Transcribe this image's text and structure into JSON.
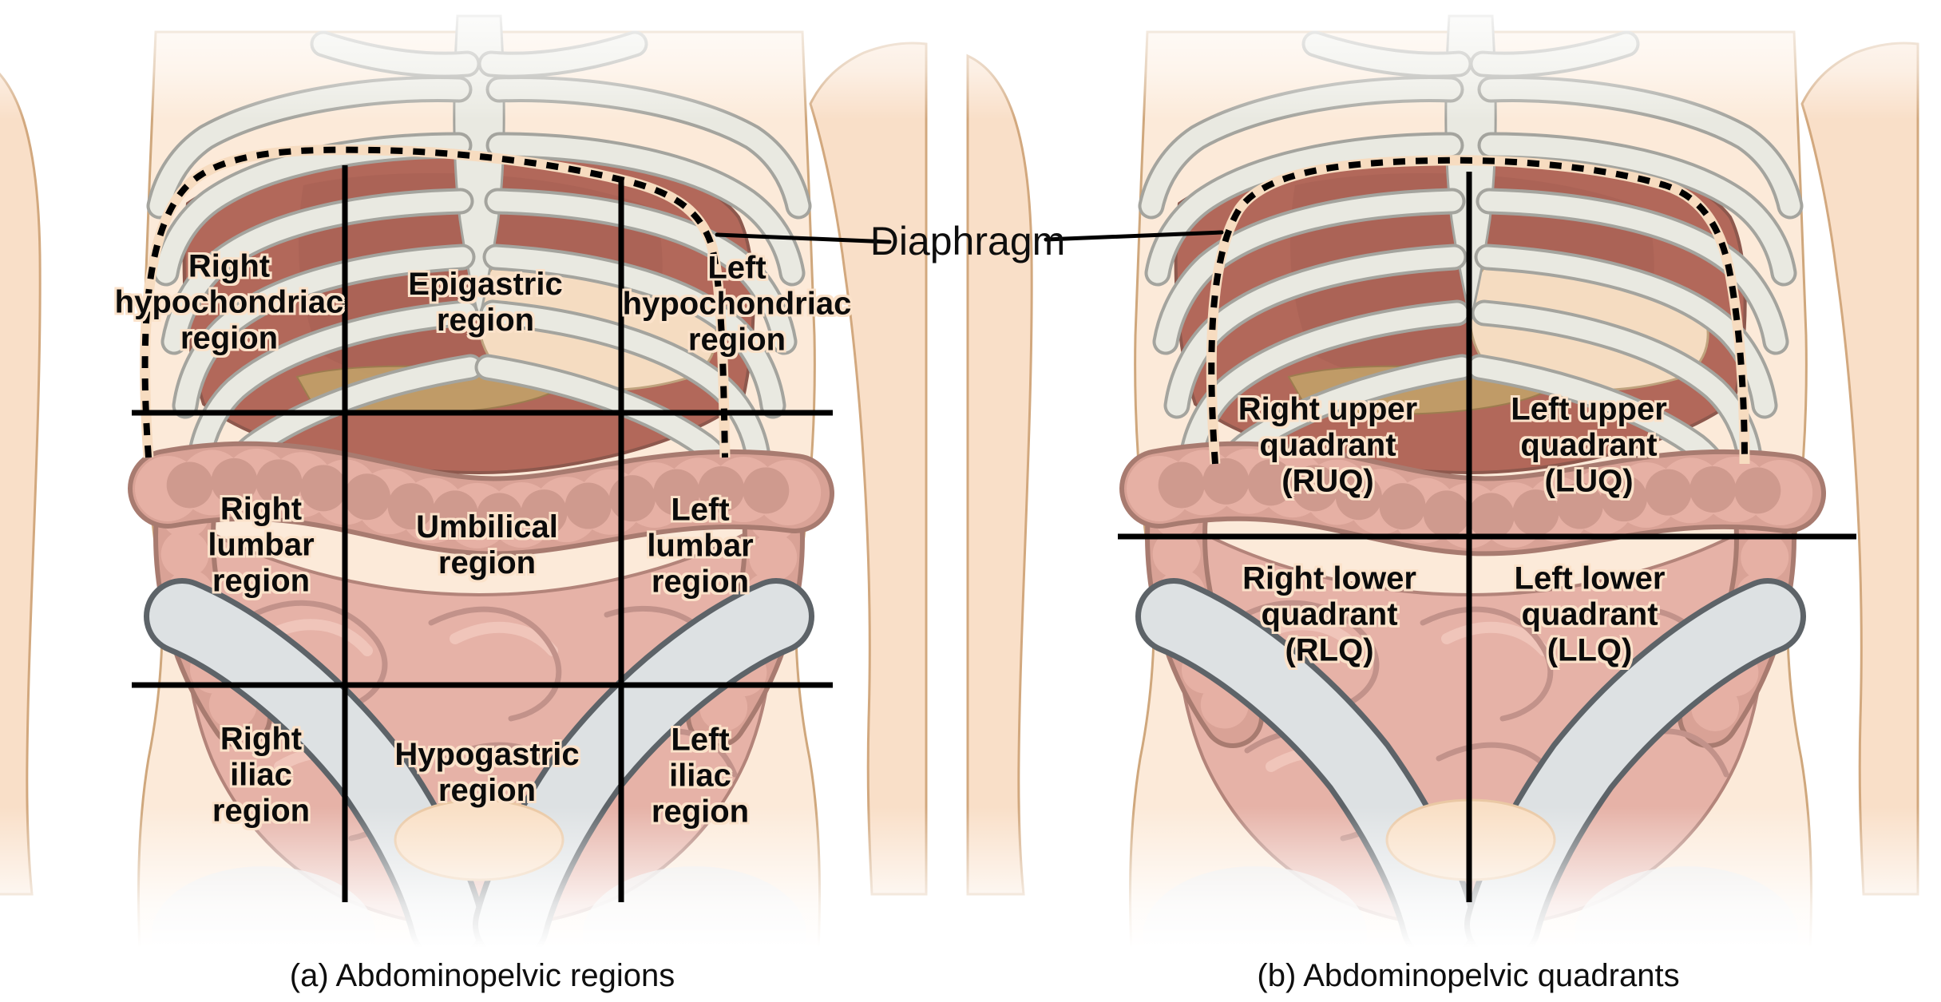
{
  "figure": {
    "diaphragm_label": "Diaphragm",
    "panel_a": {
      "caption": "(a) Abdominopelvic regions",
      "regions": [
        {
          "label": "Right\nhypochondriac\nregion"
        },
        {
          "label": "Epigastric\nregion"
        },
        {
          "label": "Left\nhypochondriac\nregion"
        },
        {
          "label": "Right\nlumbar\nregion"
        },
        {
          "label": "Umbilical\nregion"
        },
        {
          "label": "Left\nlumbar\nregion"
        },
        {
          "label": "Right\niliac\nregion"
        },
        {
          "label": "Hypogastric\nregion"
        },
        {
          "label": "Left\niliac\nregion"
        }
      ]
    },
    "panel_b": {
      "caption": "(b) Abdominopelvic quadrants",
      "quadrants": [
        {
          "label": "Right upper\nquadrant\n(RUQ)"
        },
        {
          "label": "Left upper\nquadrant\n(LUQ)"
        },
        {
          "label": "Right lower\nquadrant\n(RLQ)"
        },
        {
          "label": "Left lower\nquadrant\n(LLQ)"
        }
      ]
    },
    "colors": {
      "line": "#000000",
      "skin": "#fcead9",
      "bone": "#e9e9e1",
      "thoracic_cavity": "#b2685a",
      "intestine": "#e6b2a7",
      "pelvis": "#dde1e3",
      "label_halo": "#fbe2ca"
    }
  }
}
